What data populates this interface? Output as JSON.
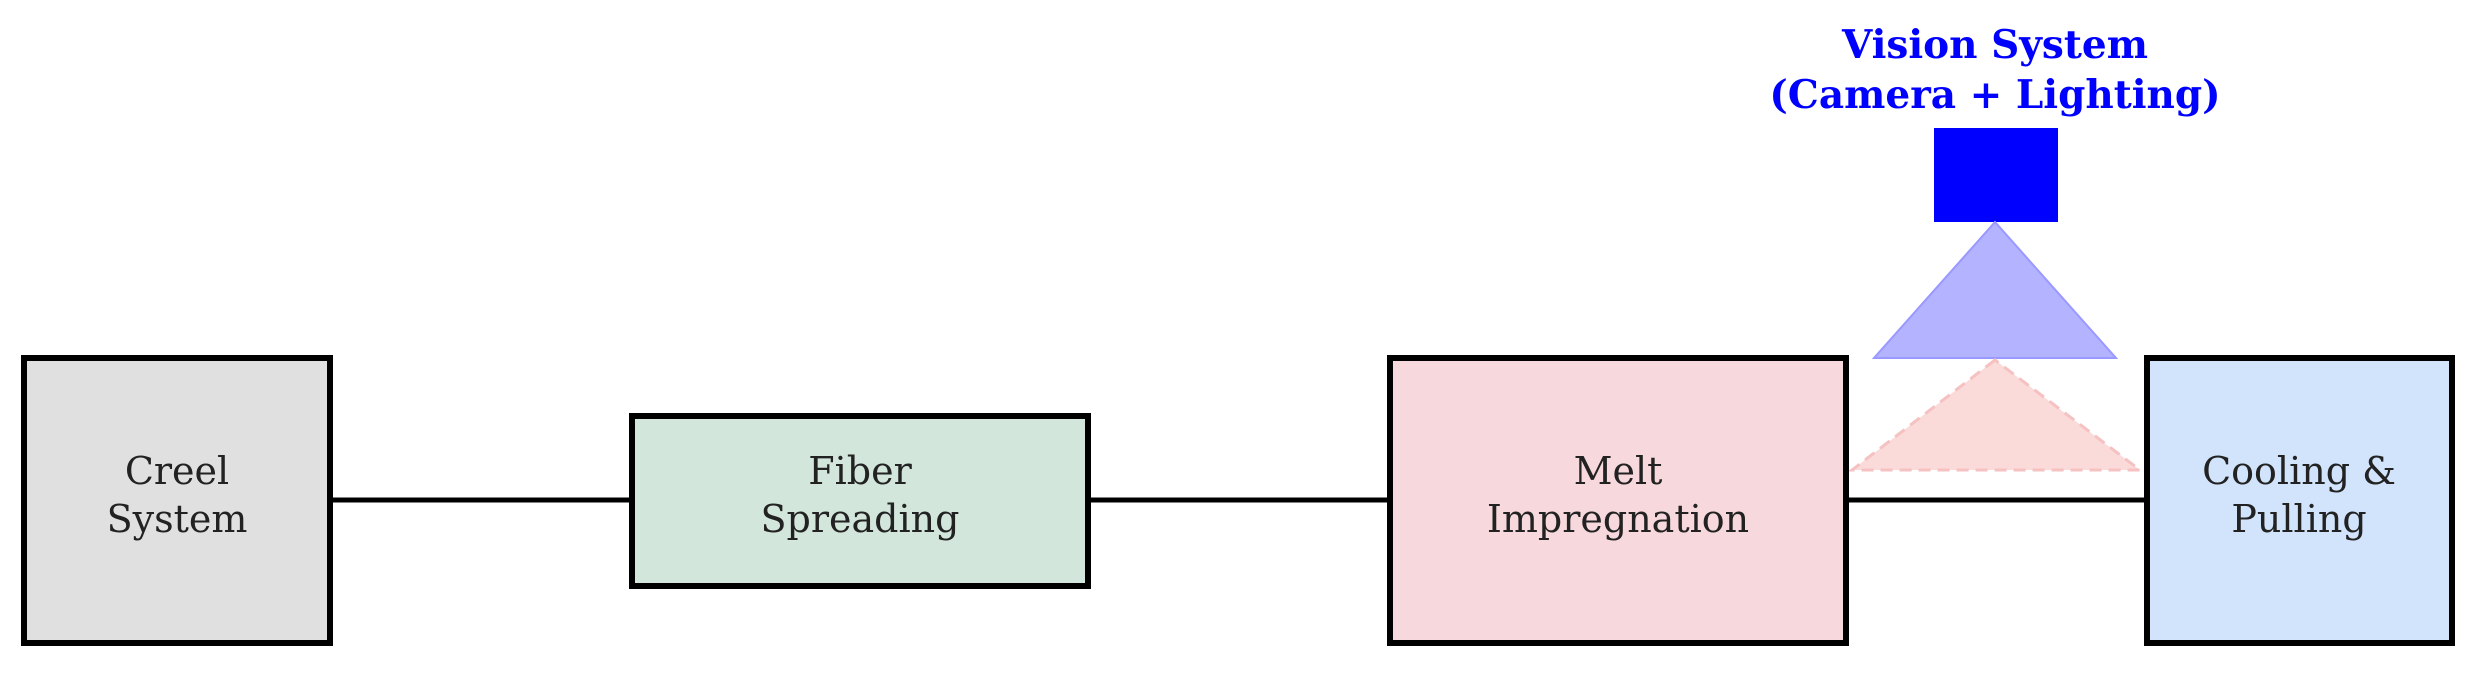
{
  "stages": [
    {
      "id": "creel",
      "label_lines": [
        "Creel",
        "System"
      ],
      "fill": "#e0e0e0"
    },
    {
      "id": "fiber",
      "label_lines": [
        "Fiber",
        "Spreading"
      ],
      "fill": "#d3e6dc"
    },
    {
      "id": "melt",
      "label_lines": [
        "Melt",
        "Impregnation"
      ],
      "fill": "#f7d9dd"
    },
    {
      "id": "cooling",
      "label_lines": [
        "Cooling &",
        "Pulling"
      ],
      "fill": "#d2e4fb"
    }
  ],
  "vision_system": {
    "title_line1": "Vision System",
    "title_line2": "(Camera + Lighting)",
    "color": "#0000ff",
    "beam_color": "#b3b3ff",
    "reflection_color": "#fbdada"
  },
  "colors": {
    "stroke": "#000000",
    "text": "#222222",
    "background": "#ffffff"
  }
}
